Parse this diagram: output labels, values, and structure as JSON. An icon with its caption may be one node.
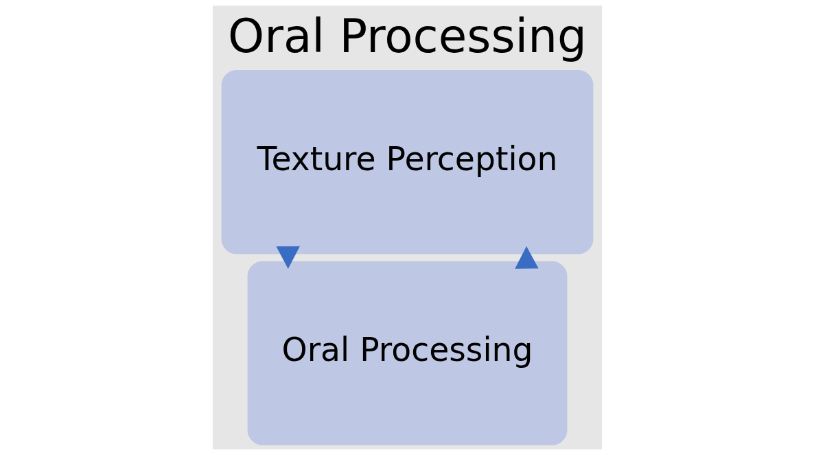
{
  "diagram": {
    "title": "Oral Processing",
    "nodes": [
      {
        "text": [
          "Oral Processing"
        ]
      },
      {
        "text": [
          "Texture Perception"
        ]
      }
    ],
    "edges": [
      {
        "from": 0,
        "to": 1,
        "arrow": "to"
      },
      {
        "from": 1,
        "to": 0,
        "arrow": "to"
      }
    ]
  }
}
